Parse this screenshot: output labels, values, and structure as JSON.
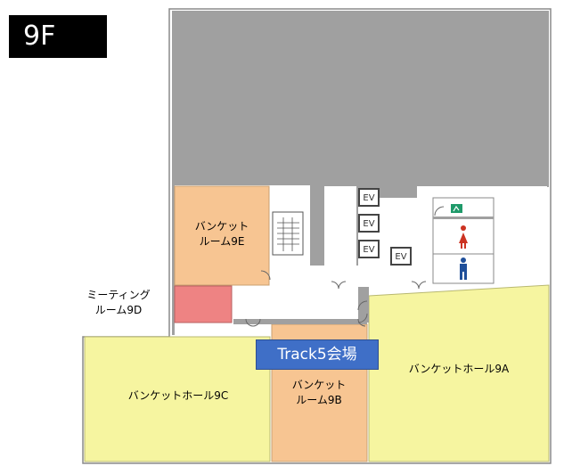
{
  "floor": "9F",
  "rooms": {
    "banquet_room_9e": "バンケット\nルーム9E",
    "meeting_room_9d": "ミーティング\nルーム9D",
    "banquet_hall_9c": "バンケットホール9C",
    "banquet_room_9b": "バンケット\nルーム9B",
    "banquet_hall_9a": "バンケットホール9A"
  },
  "track_label": "Track5会場",
  "elevator_label": "EV",
  "colors": {
    "core": "#a0a0a0",
    "banquet_room": "#f7c592",
    "meeting_room": "#ee8383",
    "banquet_hall": "#f6f5a0",
    "track_badge": "#3f6fc7",
    "restroom_female": "#cc3322",
    "restroom_male": "#1f4f9a",
    "emergency_exit": "#1f9a6a"
  },
  "icons": [
    "elevator-icon",
    "stairs-icon",
    "female-restroom-icon",
    "male-restroom-icon",
    "emergency-exit-icon",
    "door-swing-icon"
  ]
}
